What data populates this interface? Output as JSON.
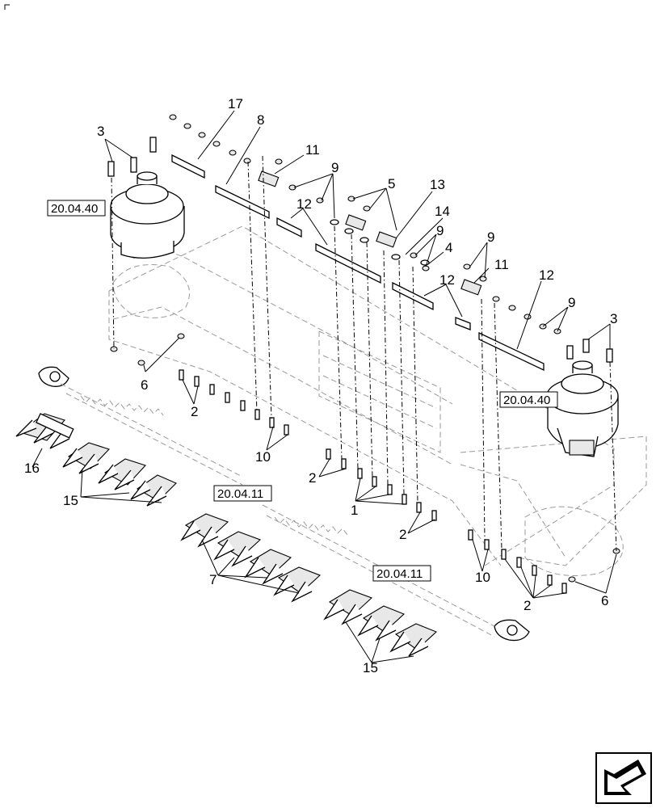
{
  "callouts": {
    "c1": "1",
    "c2a": "2",
    "c2b": "2",
    "c2c": "2",
    "c2d": "2",
    "c3a": "3",
    "c3b": "3",
    "c4": "4",
    "c5": "5",
    "c6a": "6",
    "c6b": "6",
    "c7": "7",
    "c8": "8",
    "c9a": "9",
    "c9b": "9",
    "c9c": "9",
    "c9d": "9",
    "c10a": "10",
    "c10b": "10",
    "c11a": "11",
    "c11b": "11",
    "c12a": "12",
    "c12b": "12",
    "c12c": "12",
    "c13": "13",
    "c14": "14",
    "c15a": "15",
    "c15b": "15",
    "c16": "16",
    "c17": "17"
  },
  "references": {
    "ref_a": "20.04.40",
    "ref_b": "20.04.40",
    "ref_c": "20.04.11",
    "ref_d": "20.04.11"
  },
  "nav_icon": "arrow-icon"
}
